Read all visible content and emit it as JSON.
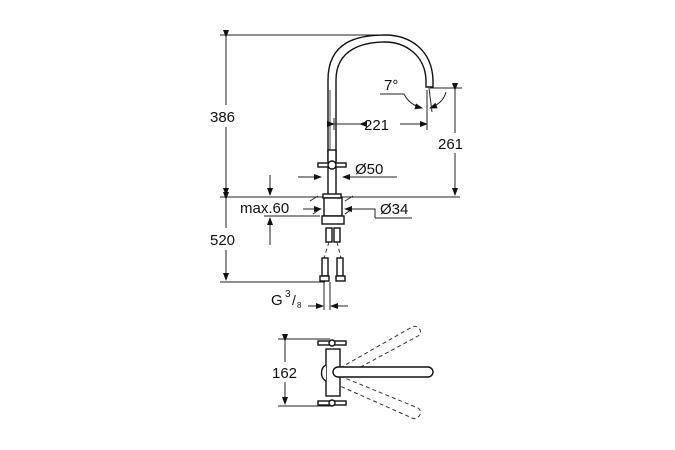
{
  "dimensions": {
    "total_height": "386",
    "below_deck": "520",
    "spout_reach": "221",
    "spout_height": "261",
    "spout_angle": "7°",
    "base_diameter": "Ø50",
    "hole_diameter": "Ø34",
    "max_deck_thickness": "max.60",
    "connection_prefix": "G",
    "connection_num": "3",
    "connection_den": "8",
    "top_view_width": "162"
  }
}
